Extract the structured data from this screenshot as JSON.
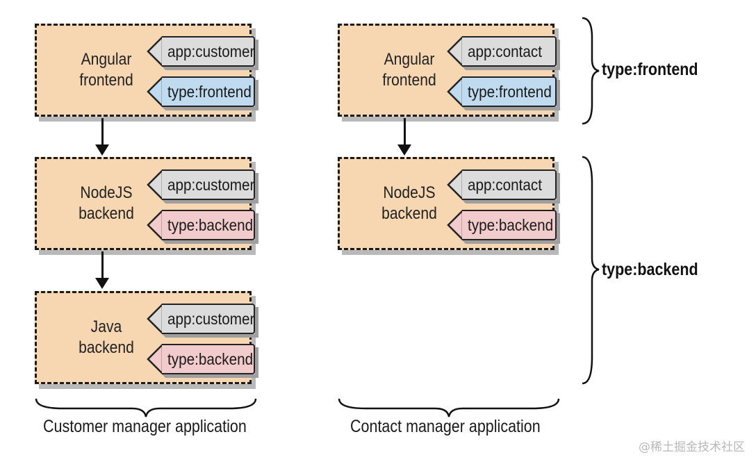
{
  "pods": {
    "c_frontend": {
      "line1": "Angular",
      "line2": "frontend",
      "app_tag": "app:customer",
      "type_tag": "type:frontend"
    },
    "c_node": {
      "line1": "NodeJS",
      "line2": "backend",
      "app_tag": "app:customer",
      "type_tag": "type:backend"
    },
    "c_java": {
      "line1": "Java",
      "line2": "backend",
      "app_tag": "app:customer",
      "type_tag": "type:backend"
    },
    "k_frontend": {
      "line1": "Angular",
      "line2": "frontend",
      "app_tag": "app:contact",
      "type_tag": "type:frontend"
    },
    "k_node": {
      "line1": "NodeJS",
      "line2": "backend",
      "app_tag": "app:contact",
      "type_tag": "type:backend"
    }
  },
  "captions": {
    "customer": "Customer manager application",
    "contact": "Contact manager application"
  },
  "groups": {
    "frontend": "type:frontend",
    "backend": "type:backend"
  },
  "watermark": "@稀土掘金技术社区",
  "colors": {
    "pod_fill": "#f7d7b2",
    "app_tag": "#dcdcdc",
    "frontend_tag": "#c0dbf0",
    "backend_tag": "#f2cccc"
  }
}
